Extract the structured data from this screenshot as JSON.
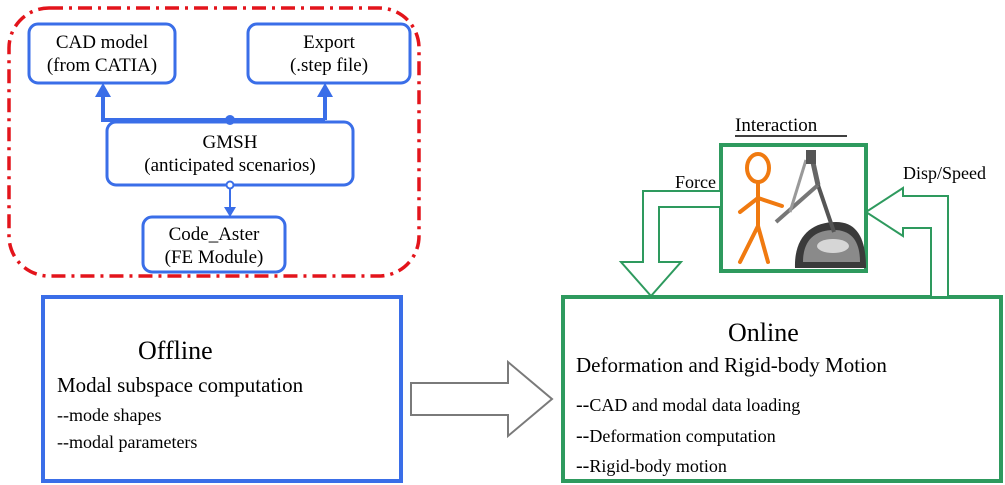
{
  "offline_pipeline": {
    "cad_box": {
      "line1": "CAD model",
      "line2": "(from CATIA)"
    },
    "export_box": {
      "line1": "Export",
      "line2": "(.step file)"
    },
    "gmsh_box": {
      "line1": "GMSH",
      "line2": "(anticipated scenarios)"
    },
    "code_aster_box": {
      "line1": "Code_Aster",
      "line2": "(FE Module)"
    }
  },
  "offline": {
    "title": "Offline",
    "subtitle": "Modal subspace computation",
    "items": [
      "--mode shapes",
      "--modal parameters"
    ]
  },
  "online": {
    "title": "Online",
    "subtitle": "Deformation and Rigid-body Motion",
    "items": [
      {
        "prefix": "--",
        "text": "CAD and modal data loading"
      },
      {
        "prefix": "--",
        "text": "Deformation computation"
      },
      {
        "prefix": "--",
        "text": "Rigid-body motion"
      }
    ]
  },
  "interaction": {
    "title": "Interaction",
    "force_label": "Force",
    "disp_label": "Disp/Speed",
    "icons": [
      "stick-figure-icon",
      "haptic-device-icon"
    ]
  },
  "colors": {
    "blue": "#3a6ee8",
    "green": "#2e9a5e",
    "red": "#e3141b",
    "orange": "#f07a10",
    "gray": "#7a7a7a"
  }
}
